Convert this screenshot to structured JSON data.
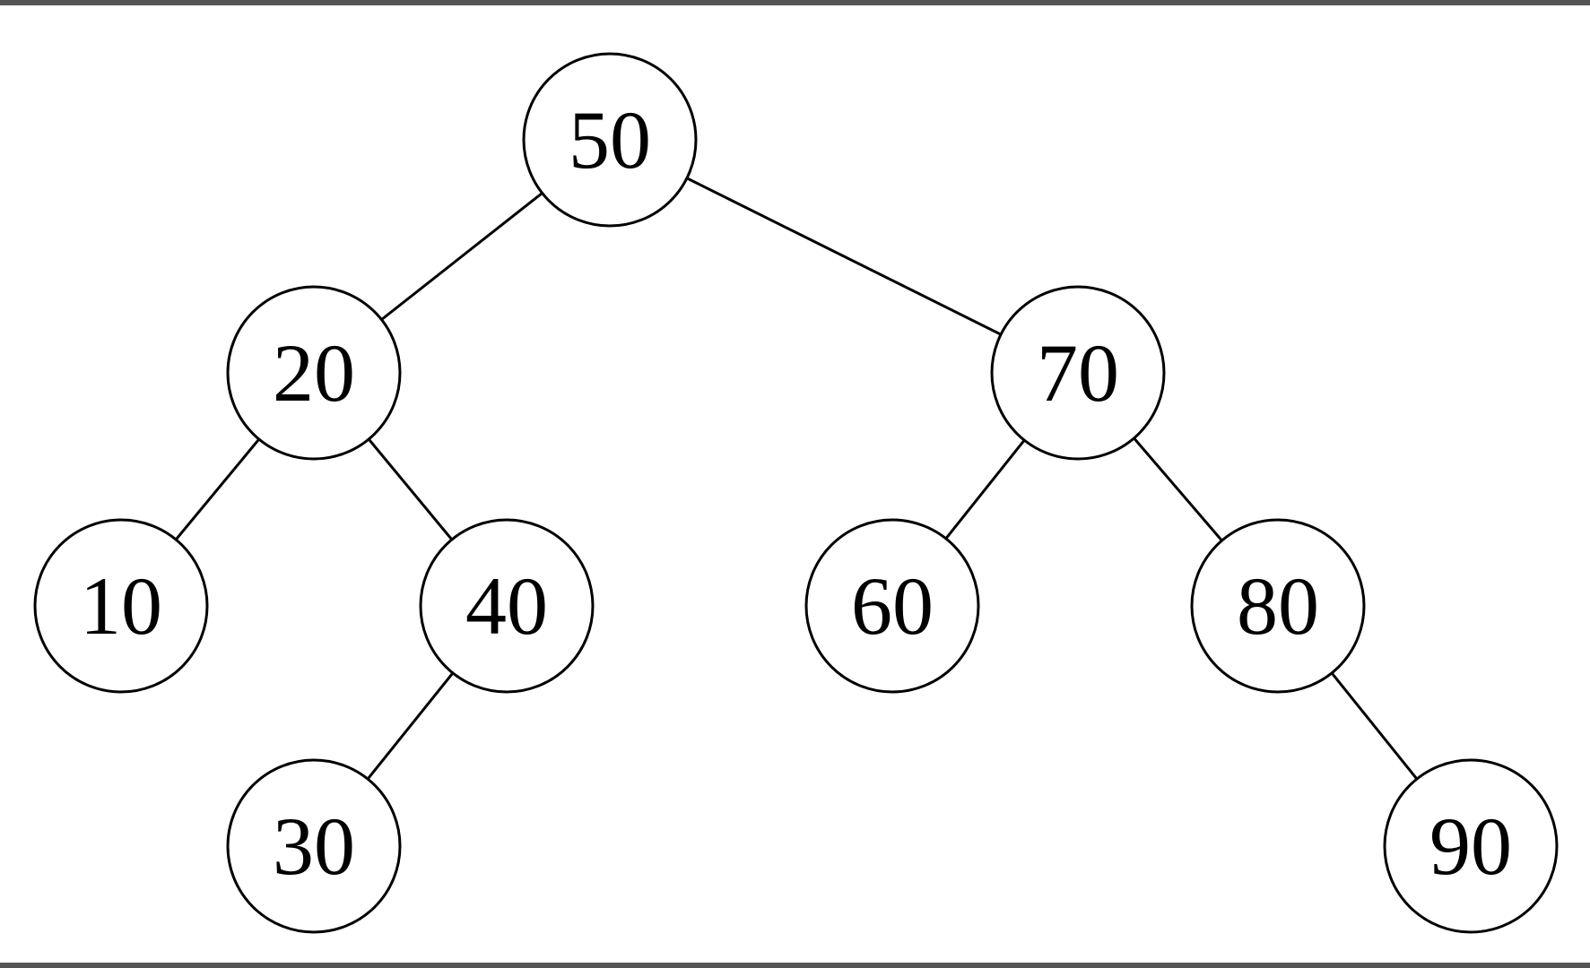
{
  "tree": {
    "nodes": [
      {
        "id": "n50",
        "label": "50"
      },
      {
        "id": "n20",
        "label": "20"
      },
      {
        "id": "n70",
        "label": "70"
      },
      {
        "id": "n10",
        "label": "10"
      },
      {
        "id": "n40",
        "label": "40"
      },
      {
        "id": "n60",
        "label": "60"
      },
      {
        "id": "n80",
        "label": "80"
      },
      {
        "id": "n30",
        "label": "30"
      },
      {
        "id": "n90",
        "label": "90"
      }
    ],
    "edges": [
      {
        "from": "n50",
        "to": "n20"
      },
      {
        "from": "n50",
        "to": "n70"
      },
      {
        "from": "n20",
        "to": "n10"
      },
      {
        "from": "n20",
        "to": "n40"
      },
      {
        "from": "n40",
        "to": "n30"
      },
      {
        "from": "n70",
        "to": "n60"
      },
      {
        "from": "n70",
        "to": "n80"
      },
      {
        "from": "n80",
        "to": "n90"
      }
    ]
  }
}
